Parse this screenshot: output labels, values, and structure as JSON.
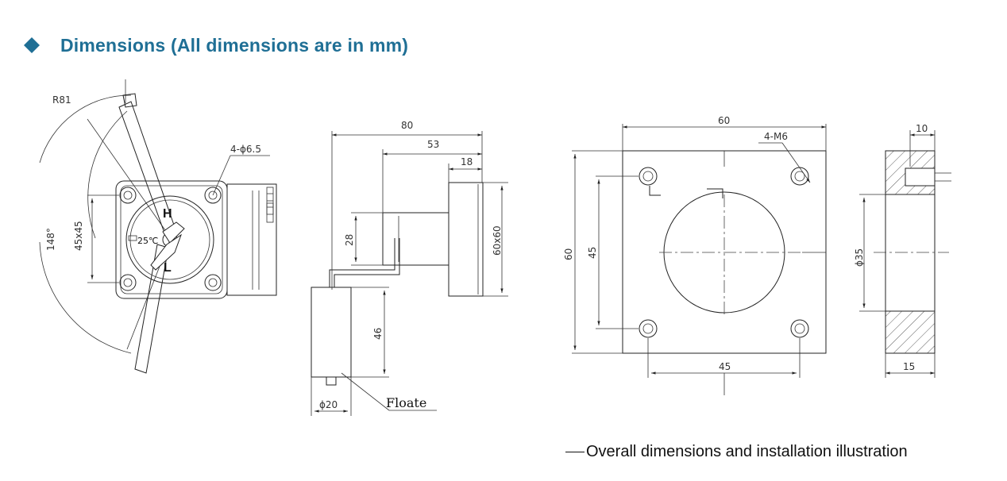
{
  "header": {
    "title": "Dimensions (All dimensions are in mm)",
    "bullet_color": "#1f6f95",
    "bullet_icon": "diamond-icon"
  },
  "front_view": {
    "radius": "R81",
    "holes": "4-ϕ6.5",
    "angle": "148°",
    "mount": "45x45",
    "high_mark": "H",
    "low_mark": "L",
    "temperature": "25℃"
  },
  "side_view": {
    "overall_length": "80",
    "body_length": "53",
    "head_length": "18",
    "head_size": "60x60",
    "stem_height": "28",
    "float_height": "46",
    "float_diameter": "ϕ20",
    "float_label": "Floate"
  },
  "flange_front": {
    "width": "60",
    "height": "60",
    "thread": "4-M6",
    "hole_spacing_v": "45",
    "hole_spacing_h": "45"
  },
  "flange_section": {
    "top": "10",
    "bore": "ϕ35",
    "thickness": "15"
  },
  "caption": "Overall dimensions and installation illustration"
}
